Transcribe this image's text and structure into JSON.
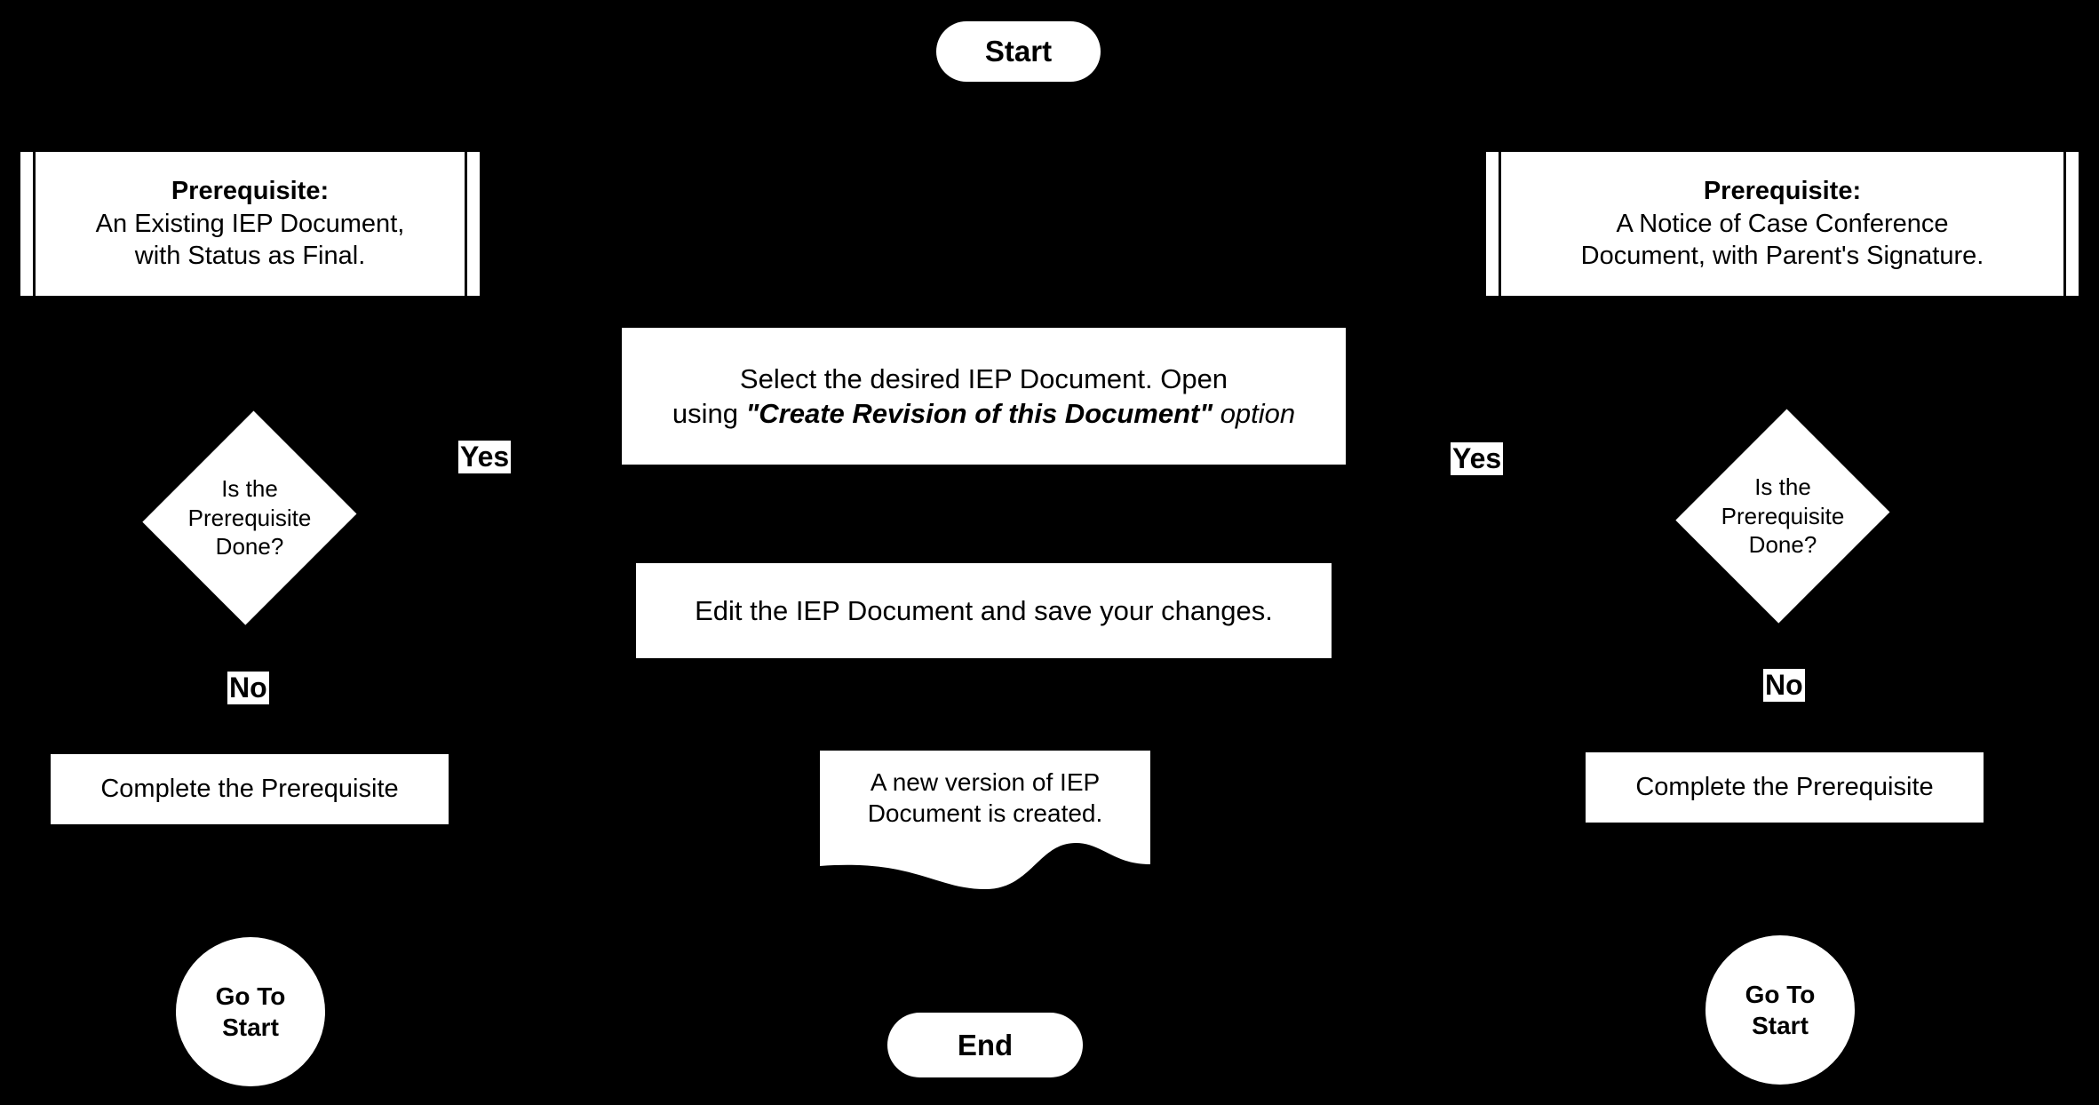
{
  "diagram": {
    "title": "IEP Document Revision Flowchart",
    "background_color": "#000000",
    "shape_fill_color": "#ffffff",
    "text_color": "#000000"
  },
  "nodes": {
    "start": {
      "label": "Start",
      "shape": "terminator"
    },
    "end": {
      "label": "End",
      "shape": "terminator"
    },
    "prereq_left": {
      "shape": "predefined-process",
      "heading": "Prerequisite:",
      "line1": "An Existing IEP Document,",
      "line2": "with Status as Final."
    },
    "prereq_right": {
      "shape": "predefined-process",
      "heading": "Prerequisite:",
      "line1": "A Notice of Case Conference",
      "line2": "Document, with Parent's Signature."
    },
    "decision_left": {
      "shape": "decision",
      "line1": "Is the",
      "line2": "Prerequisite",
      "line3": "Done?"
    },
    "decision_right": {
      "shape": "decision",
      "line1": "Is the",
      "line2": "Prerequisite",
      "line3": "Done?"
    },
    "select_document": {
      "shape": "process",
      "line1": "Select the desired IEP Document. Open",
      "line2_prefix": "using ",
      "line2_quoted": "\"Create Revision of this Document\"",
      "line2_suffix": " option"
    },
    "edit_document": {
      "shape": "process",
      "label": "Edit the IEP Document and save your changes."
    },
    "new_version": {
      "shape": "document",
      "line1": "A new version of IEP",
      "line2": "Document is created."
    },
    "complete_prereq_left": {
      "shape": "process",
      "label": "Complete the Prerequisite"
    },
    "complete_prereq_right": {
      "shape": "process",
      "label": "Complete the Prerequisite"
    },
    "goto_start_left": {
      "shape": "connector",
      "line1": "Go To",
      "line2": "Start"
    },
    "goto_start_right": {
      "shape": "connector",
      "line1": "Go To",
      "line2": "Start"
    }
  },
  "edge_labels": {
    "left_yes": "Yes",
    "left_no": "No",
    "right_yes": "Yes",
    "right_no": "No"
  }
}
